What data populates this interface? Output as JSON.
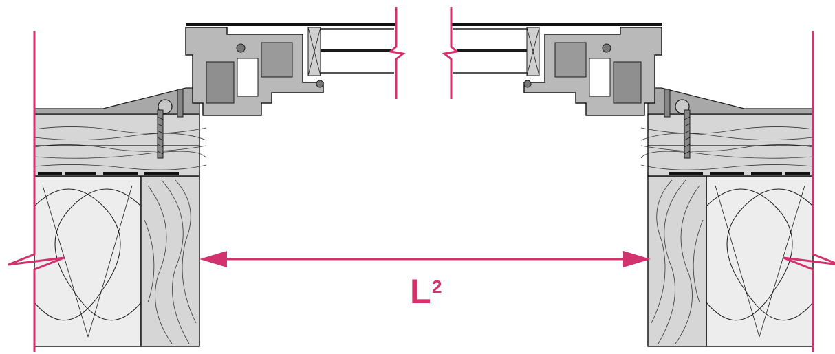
{
  "dimension": {
    "label": "L",
    "superscript": "2"
  },
  "colors": {
    "dimension": "#d2326e",
    "insulation": "#ededed",
    "timber": "#d6d6d6",
    "timber_dark": "#a8a8a8",
    "profile": "#b9b9b9",
    "outline": "#1a1a1a"
  },
  "components": [
    "insulation-batt",
    "timber-post",
    "timber-sill",
    "roof-membrane",
    "window-frame-profile",
    "glazing-unit",
    "fixing-screw",
    "dimension-arrow"
  ]
}
